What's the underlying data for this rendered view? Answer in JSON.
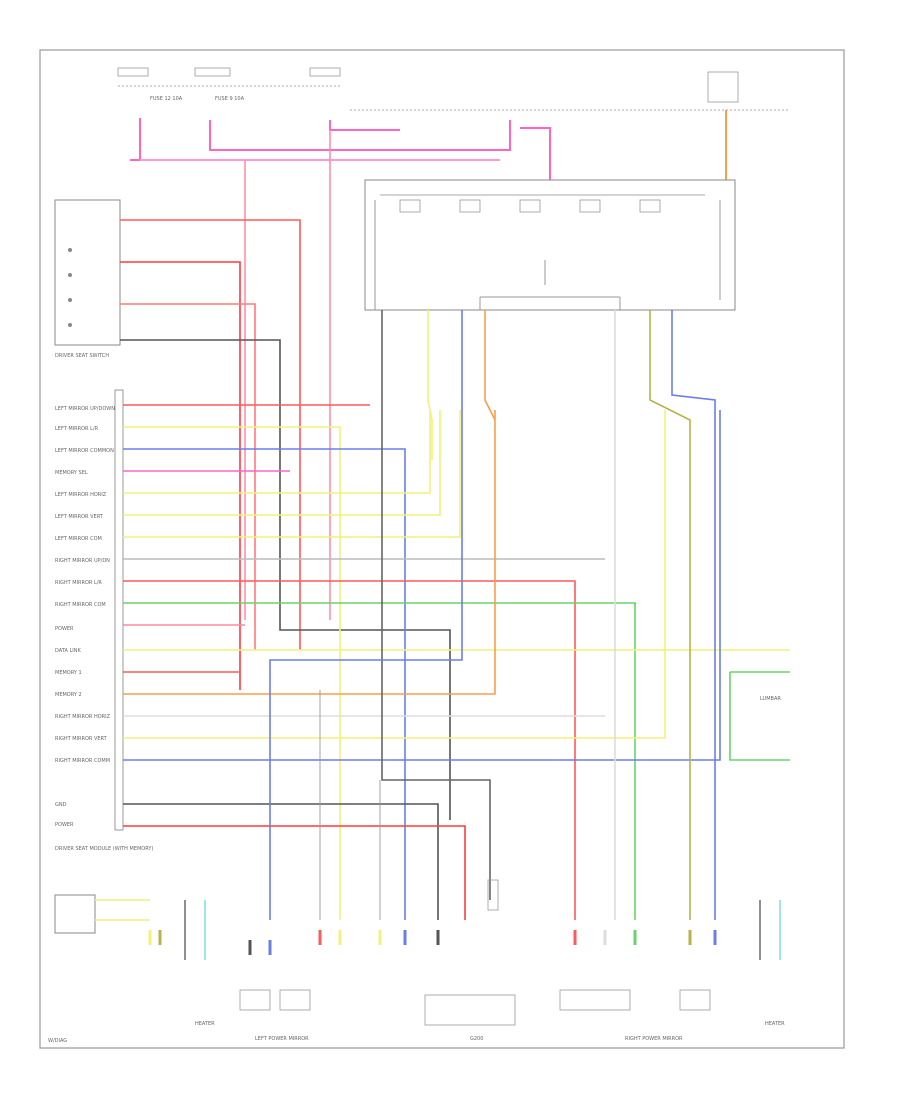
{
  "connector_labels": {
    "seat_switch": "DRIVER SEAT SWITCH",
    "seat_module": "DRIVER SEAT MODULE (WITH MEMORY)",
    "lumbar": "LUMBAR",
    "left_power_mirror": "LEFT POWER MIRROR",
    "right_power_mirror": "RIGHT POWER MIRROR",
    "seat_heater": "HEATER",
    "ground": "G200",
    "fuse_left": "FUSE 12 10A",
    "fuse_right": "FUSE 9 10A",
    "corner_ref": "W/DIAG"
  },
  "module_pins": [
    "LEFT MIRROR UP/DOWN",
    "LEFT MIRROR L/R",
    "LEFT MIRROR COMMON",
    "MEMORY SEL",
    "LEFT MIRROR HORIZ",
    "LEFT MIRROR VERT",
    "LEFT MIRROR COM",
    "RIGHT MIRROR UP/DN",
    "RIGHT MIRROR L/R",
    "RIGHT MIRROR COM",
    "POWER",
    "DATA LINK",
    "MEMORY 1",
    "MEMORY 2",
    "RIGHT MIRROR HORIZ",
    "RIGHT MIRROR VERT",
    "RIGHT MIRROR COMM",
    "GND",
    "POWER"
  ],
  "colors": {
    "pink": "#ff66c4",
    "red": "#ff5a5a",
    "yellow": "#f4f07a",
    "blue": "#6a7ee8",
    "green": "#6ad26a",
    "orange": "#f6a04a",
    "dark": "#555555",
    "grey": "#bbbbbb",
    "olive": "#b7b24a"
  }
}
